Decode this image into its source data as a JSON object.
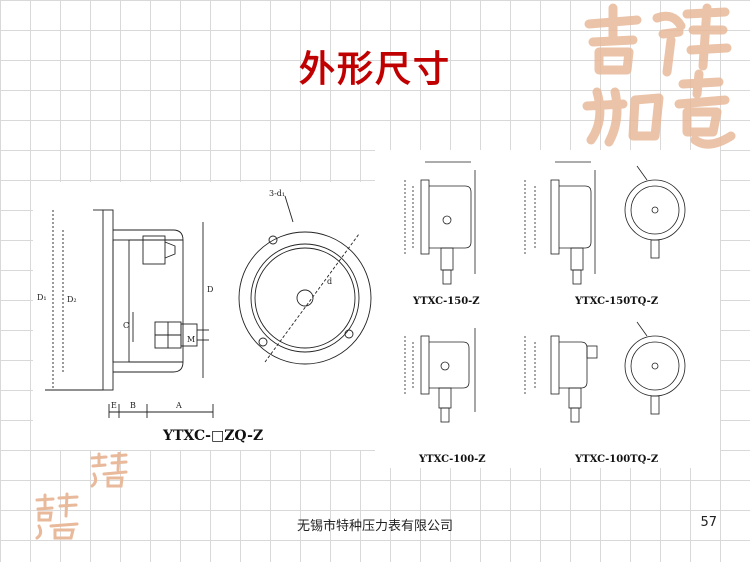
{
  "slide": {
    "title": "外形尺寸",
    "footer": "无锡市特种压力表有限公司",
    "page_number": "57"
  },
  "logo": {
    "text_top": "吉祥",
    "text_bottom": "如意",
    "color": "#e8b99a"
  },
  "figures": {
    "main_caption": "YTXC-□ZQ-Z",
    "small": [
      {
        "caption": "YTXC-150-Z"
      },
      {
        "caption": "YTXC-150TQ-Z"
      },
      {
        "caption": "YTXC-100-Z"
      },
      {
        "caption": "YTXC-100TQ-Z"
      }
    ]
  },
  "dims": {
    "A": "A",
    "B": "B",
    "C": "C",
    "D": "D",
    "E": "E",
    "M": "M",
    "D1": "D₁",
    "D2": "D₂",
    "d": "d",
    "holes": "3-d₁"
  }
}
